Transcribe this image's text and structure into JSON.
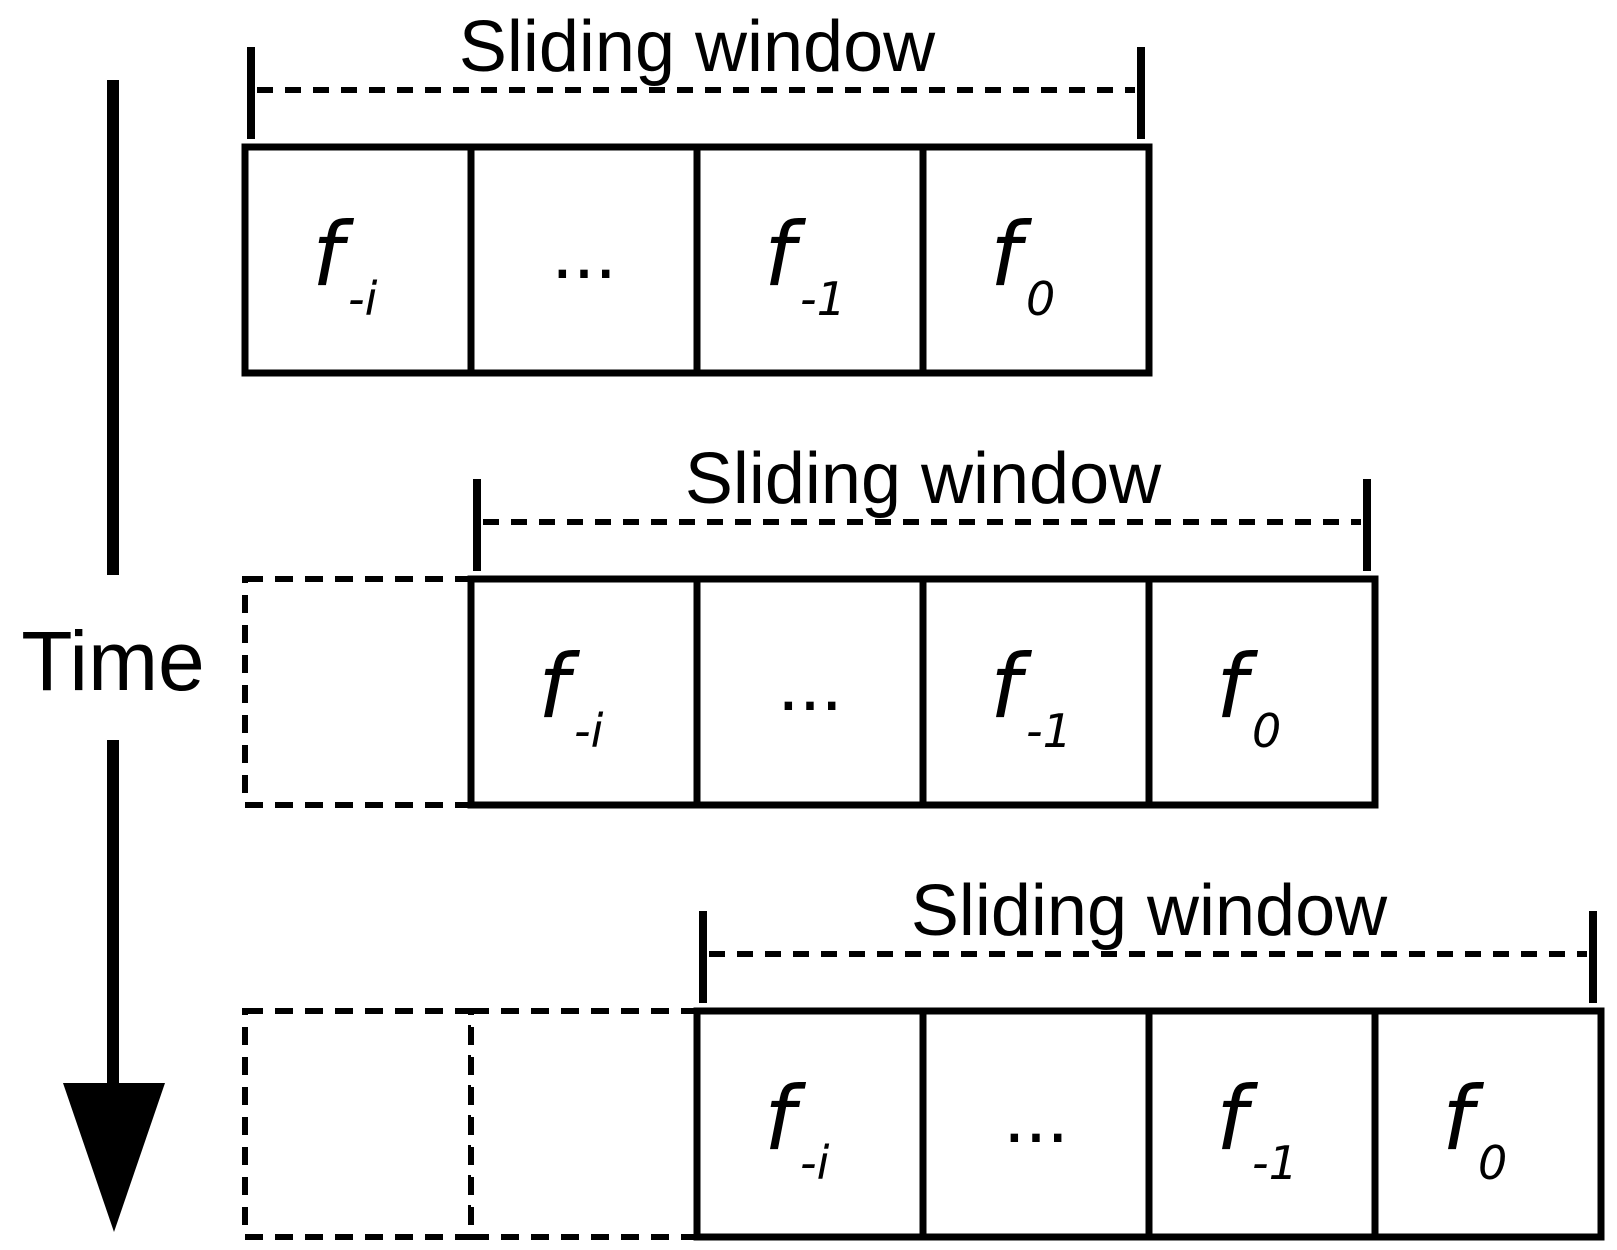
{
  "time_axis": {
    "label": "Time"
  },
  "rows": [
    {
      "window_label": "Sliding window",
      "ghost_cells": 0,
      "cells": [
        {
          "base": "f",
          "sub": "-i"
        },
        {
          "text": "..."
        },
        {
          "base": "f",
          "sub": "-1"
        },
        {
          "base": "f",
          "sub": "0"
        }
      ]
    },
    {
      "window_label": "Sliding window",
      "ghost_cells": 1,
      "cells": [
        {
          "base": "f",
          "sub": "-i"
        },
        {
          "text": "..."
        },
        {
          "base": "f",
          "sub": "-1"
        },
        {
          "base": "f",
          "sub": "0"
        }
      ]
    },
    {
      "window_label": "Sliding window",
      "ghost_cells": 2,
      "cells": [
        {
          "base": "f",
          "sub": "-i"
        },
        {
          "text": "..."
        },
        {
          "base": "f",
          "sub": "-1"
        },
        {
          "base": "f",
          "sub": "0"
        }
      ]
    }
  ]
}
